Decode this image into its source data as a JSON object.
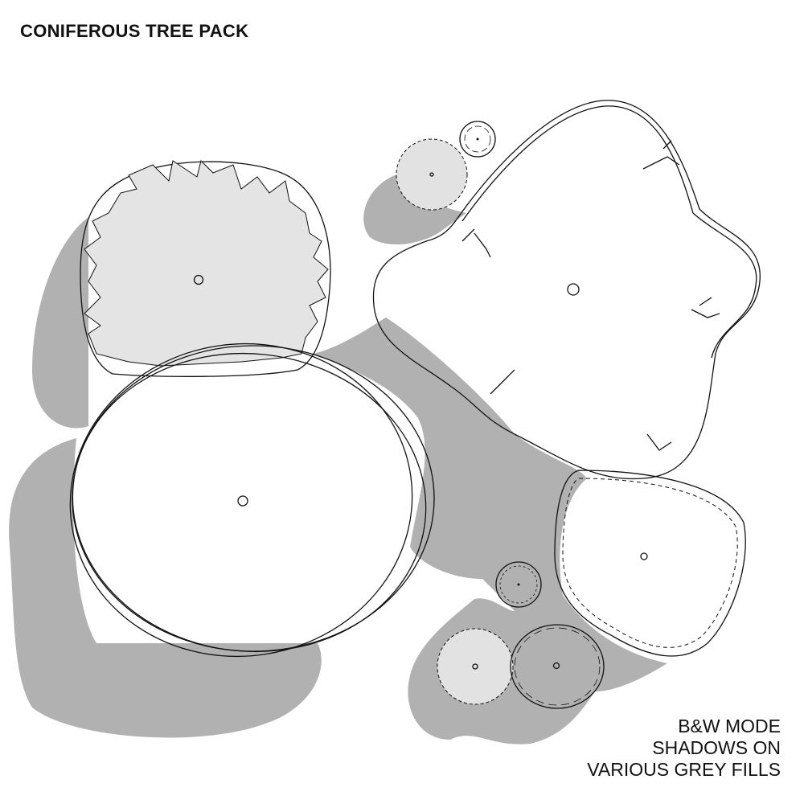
{
  "title": "CONIFEROUS TREE PACK",
  "notes": [
    "B&W MODE",
    "SHADOWS ON",
    "VARIOUS GREY FILLS"
  ],
  "colors": {
    "shadow": "#b1b1b1",
    "light_fill": "#e8e8e8",
    "mid_fill": "#e2e2e2",
    "line": "#111111"
  }
}
